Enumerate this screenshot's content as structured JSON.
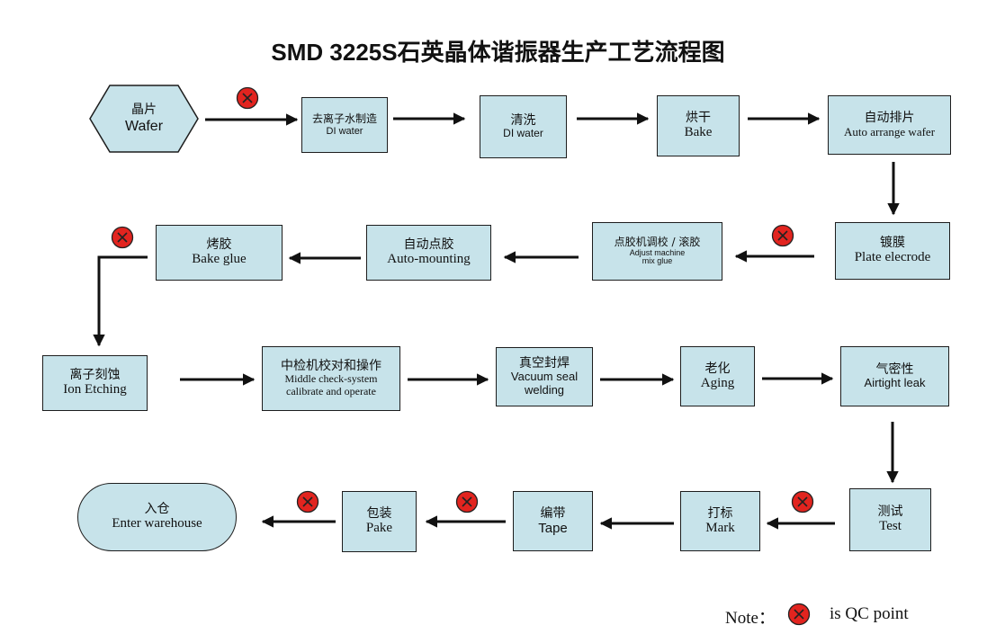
{
  "title": "SMD 3225S石英晶体谐振器生产工艺流程图",
  "steps": {
    "wafer": {
      "cn": "晶片",
      "en": "Wafer"
    },
    "di_water": {
      "cn": "去离子水制造",
      "en": "DI water"
    },
    "clean": {
      "cn": "清洗",
      "en": "DI water"
    },
    "bake": {
      "cn": "烘干",
      "en": "Bake"
    },
    "auto_arrange": {
      "cn": "自动排片",
      "en": "Auto arrange wafer"
    },
    "plate": {
      "cn": "镀膜",
      "en": "Plate elecrode"
    },
    "adjust": {
      "cn": "点胶机调校 / 滚胶",
      "en1": "Adjust machine",
      "en2": "mix glue"
    },
    "auto_mount": {
      "cn": "自动点胶",
      "en": "Auto-mounting"
    },
    "bake_glue": {
      "cn": "烤胶",
      "en": "Bake glue"
    },
    "ion": {
      "cn": "离子刻蚀",
      "en": "Ion Etching"
    },
    "middle": {
      "cn": "中检机校对和操作",
      "en1": "Middle check-system",
      "en2": "calibrate and operate"
    },
    "vacuum": {
      "cn": "真空封焊",
      "en1": "Vacuum seal",
      "en2": "welding"
    },
    "aging": {
      "cn": "老化",
      "en": "Aging"
    },
    "airtight": {
      "cn": "气密性",
      "en": "Airtight leak"
    },
    "test": {
      "cn": "测试",
      "en": "Test"
    },
    "mark": {
      "cn": "打标",
      "en": "Mark"
    },
    "tape": {
      "cn": "编带",
      "en": "Tape"
    },
    "pake": {
      "cn": "包装",
      "en": "Pake"
    },
    "warehouse": {
      "cn": "入仓",
      "en": "Enter warehouse"
    }
  },
  "note": {
    "prefix": "Note：",
    "suffix": "is QC point"
  },
  "colors": {
    "box_fill": "#c7e3ea",
    "border": "#1d1d1d",
    "arrow": "#111111",
    "qc_fill": "#e2241f"
  }
}
